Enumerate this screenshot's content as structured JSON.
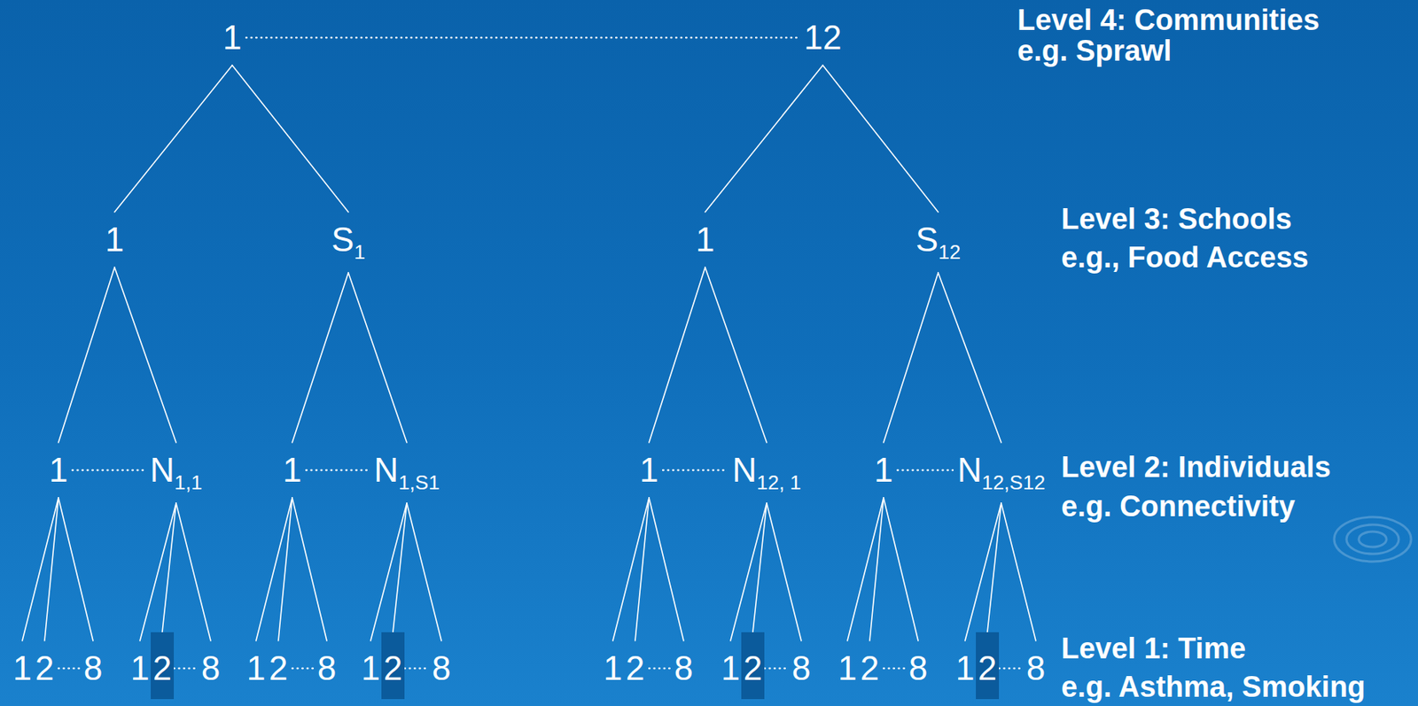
{
  "diagram": {
    "nodes": [
      {
        "text": [
          "1"
        ]
      },
      {
        "text": [
          "12"
        ]
      },
      {
        "text": [
          "1"
        ]
      },
      {
        "text": [
          "S",
          "1"
        ]
      },
      {
        "text": [
          "1"
        ]
      },
      {
        "text": [
          "S",
          "12"
        ]
      },
      {
        "text": [
          "1"
        ]
      },
      {
        "text": [
          "N",
          "1,1"
        ]
      },
      {
        "text": [
          "1"
        ]
      },
      {
        "text": [
          "N",
          "1,S1"
        ]
      },
      {
        "text": [
          "1"
        ]
      },
      {
        "text": [
          "N",
          "12, 1"
        ]
      },
      {
        "text": [
          "1"
        ]
      },
      {
        "text": [
          "N",
          "12,S12"
        ]
      },
      {
        "text": [
          "1"
        ]
      },
      {
        "text": [
          "2"
        ]
      },
      {
        "text": [
          "8"
        ]
      },
      {
        "text": [
          "1"
        ]
      },
      {
        "text": [
          "2"
        ]
      },
      {
        "text": [
          "8"
        ]
      },
      {
        "text": [
          "1"
        ]
      },
      {
        "text": [
          "2"
        ]
      },
      {
        "text": [
          "8"
        ]
      },
      {
        "text": [
          "1"
        ]
      },
      {
        "text": [
          "2"
        ]
      },
      {
        "text": [
          "8"
        ]
      },
      {
        "text": [
          "1"
        ]
      },
      {
        "text": [
          "2"
        ]
      },
      {
        "text": [
          "8"
        ]
      },
      {
        "text": [
          "1"
        ]
      },
      {
        "text": [
          "2"
        ]
      },
      {
        "text": [
          "8"
        ]
      },
      {
        "text": [
          "1"
        ]
      },
      {
        "text": [
          "2"
        ]
      },
      {
        "text": [
          "8"
        ]
      },
      {
        "text": [
          "1"
        ]
      },
      {
        "text": [
          "2"
        ]
      },
      {
        "text": [
          "8"
        ]
      }
    ],
    "edges": [
      {
        "from": 0,
        "to": 1,
        "arrow": "none"
      },
      {
        "from": 0,
        "to": 2,
        "arrow": "none"
      },
      {
        "from": 0,
        "to": 3,
        "arrow": "none"
      },
      {
        "from": 1,
        "to": 4,
        "arrow": "none"
      },
      {
        "from": 1,
        "to": 5,
        "arrow": "none"
      },
      {
        "from": 2,
        "to": 6,
        "arrow": "none"
      },
      {
        "from": 2,
        "to": 7,
        "arrow": "none"
      },
      {
        "from": 3,
        "to": 8,
        "arrow": "none"
      },
      {
        "from": 3,
        "to": 9,
        "arrow": "none"
      },
      {
        "from": 4,
        "to": 10,
        "arrow": "none"
      },
      {
        "from": 4,
        "to": 11,
        "arrow": "none"
      },
      {
        "from": 5,
        "to": 12,
        "arrow": "none"
      },
      {
        "from": 5,
        "to": 13,
        "arrow": "none"
      },
      {
        "from": 6,
        "to": 7,
        "arrow": "none"
      },
      {
        "from": 8,
        "to": 9,
        "arrow": "none"
      },
      {
        "from": 10,
        "to": 11,
        "arrow": "none"
      },
      {
        "from": 12,
        "to": 13,
        "arrow": "none"
      },
      {
        "from": 6,
        "to": 14,
        "arrow": "none"
      },
      {
        "from": 6,
        "to": 15,
        "arrow": "none"
      },
      {
        "from": 6,
        "to": 16,
        "arrow": "none"
      },
      {
        "from": 7,
        "to": 17,
        "arrow": "none"
      },
      {
        "from": 7,
        "to": 18,
        "arrow": "none"
      },
      {
        "from": 7,
        "to": 19,
        "arrow": "none"
      },
      {
        "from": 8,
        "to": 20,
        "arrow": "none"
      },
      {
        "from": 8,
        "to": 21,
        "arrow": "none"
      },
      {
        "from": 8,
        "to": 22,
        "arrow": "none"
      },
      {
        "from": 9,
        "to": 23,
        "arrow": "none"
      },
      {
        "from": 9,
        "to": 24,
        "arrow": "none"
      },
      {
        "from": 9,
        "to": 25,
        "arrow": "none"
      },
      {
        "from": 10,
        "to": 26,
        "arrow": "none"
      },
      {
        "from": 10,
        "to": 27,
        "arrow": "none"
      },
      {
        "from": 10,
        "to": 28,
        "arrow": "none"
      },
      {
        "from": 11,
        "to": 29,
        "arrow": "none"
      },
      {
        "from": 11,
        "to": 30,
        "arrow": "none"
      },
      {
        "from": 11,
        "to": 31,
        "arrow": "none"
      },
      {
        "from": 12,
        "to": 32,
        "arrow": "none"
      },
      {
        "from": 12,
        "to": 33,
        "arrow": "none"
      },
      {
        "from": 12,
        "to": 34,
        "arrow": "none"
      },
      {
        "from": 13,
        "to": 35,
        "arrow": "none"
      },
      {
        "from": 13,
        "to": 36,
        "arrow": "none"
      },
      {
        "from": 13,
        "to": 37,
        "arrow": "none"
      },
      {
        "from": 15,
        "to": 16,
        "arrow": "none"
      },
      {
        "from": 18,
        "to": 19,
        "arrow": "none"
      },
      {
        "from": 21,
        "to": 22,
        "arrow": "none"
      },
      {
        "from": 24,
        "to": 25,
        "arrow": "none"
      },
      {
        "from": 27,
        "to": 28,
        "arrow": "none"
      },
      {
        "from": 30,
        "to": 31,
        "arrow": "none"
      },
      {
        "from": 33,
        "to": 34,
        "arrow": "none"
      },
      {
        "from": 36,
        "to": 37,
        "arrow": "none"
      }
    ],
    "labels": [
      "Level 4: Communities",
      "e.g. Sprawl",
      "Level 3: Schools",
      "e.g., Food Access",
      "Level 2: Individuals",
      "e.g. Connectivity",
      "Level 1: Time",
      "e.g. Asthma, Smoking"
    ]
  }
}
